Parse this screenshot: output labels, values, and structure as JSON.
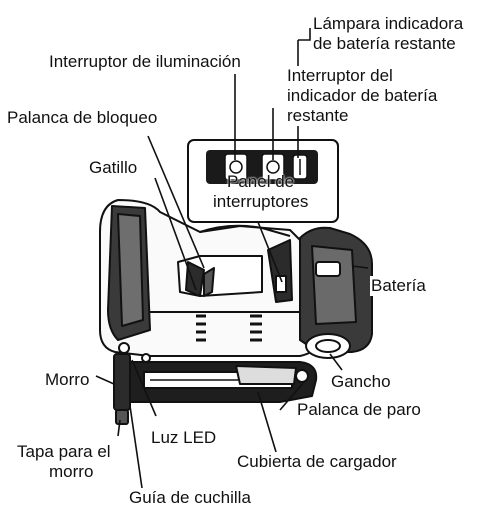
{
  "labels": {
    "battery_lamp_1": "Lámpara indicadora",
    "battery_lamp_2": "de batería restante",
    "light_switch": "Interruptor de iluminación",
    "battery_switch_1": "Interruptor del",
    "battery_switch_2": "indicador de batería",
    "battery_switch_3": "restante",
    "lock_lever": "Palanca de bloqueo",
    "trigger": "Gatillo",
    "switch_panel_1": "Panel de",
    "switch_panel_2": "interruptores",
    "battery": "Batería",
    "nose": "Morro",
    "hook": "Gancho",
    "stop_lever": "Palanca de paro",
    "led_light": "Luz LED",
    "nose_cap_1": "Tapa para el",
    "nose_cap_2": "morro",
    "magazine_cover": "Cubierta de cargador",
    "blade_guide": "Guía de cuchilla"
  }
}
